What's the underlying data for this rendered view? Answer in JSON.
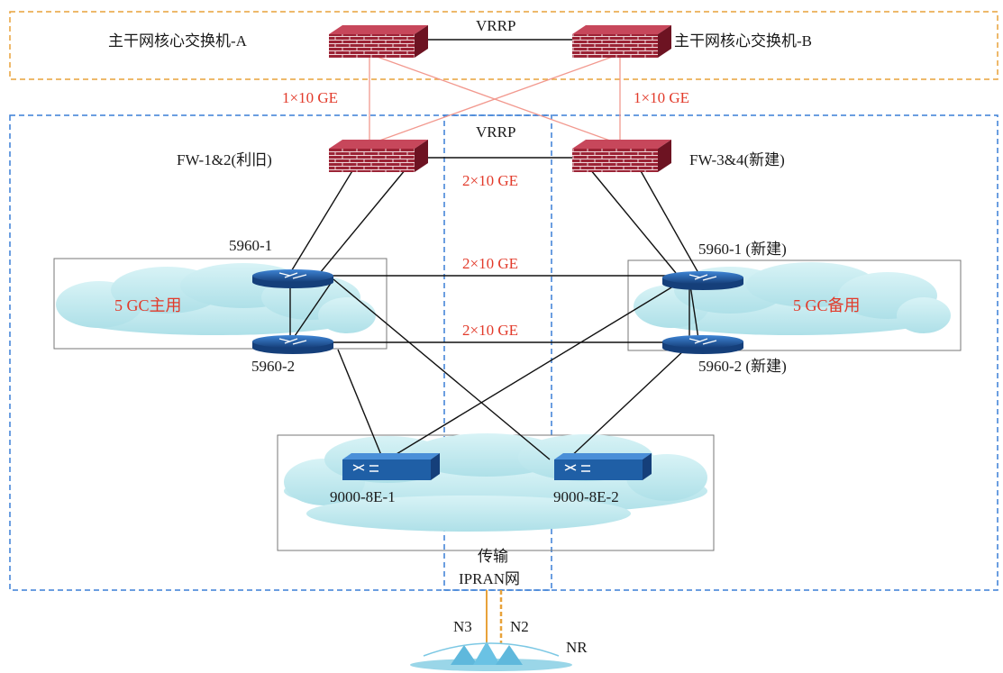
{
  "top": {
    "core_a": "主干网核心交换机-A",
    "core_b": "主干网核心交换机-B",
    "vrrp": "VRRP"
  },
  "links": {
    "left_uplink": "1×10 GE",
    "right_uplink": "1×10 GE",
    "fw_link": "2×10 GE",
    "upper_5960_link": "2×10 GE",
    "lower_5960_link": "2×10 GE"
  },
  "firewalls": {
    "vrrp": "VRRP",
    "left": "FW-1&2(利旧)",
    "right": "FW-3&4(新建)"
  },
  "clusters": {
    "primary_label": "5 GC主用",
    "backup_label": "5 GC备用",
    "left_top_switch": "5960-1",
    "left_bottom_switch": "5960-2",
    "right_top_switch": "5960-1 (新建)",
    "right_bottom_switch": "5960-2 (新建)"
  },
  "routers": {
    "left": "9000-8E-1",
    "right": "9000-8E-2"
  },
  "access": {
    "transport": "传输",
    "ipran": "IPRAN网",
    "n3": "N3",
    "n2": "N2",
    "nr": "NR"
  },
  "colors": {
    "orange_dash": "#e8a23a",
    "blue_dash": "#3a7fd5",
    "link_red": "#f2998f",
    "label_red": "#e23a2a",
    "firewall": "#9b2335",
    "switch_blue": "#1f5fa6",
    "cloud": "#c8ebf0"
  }
}
